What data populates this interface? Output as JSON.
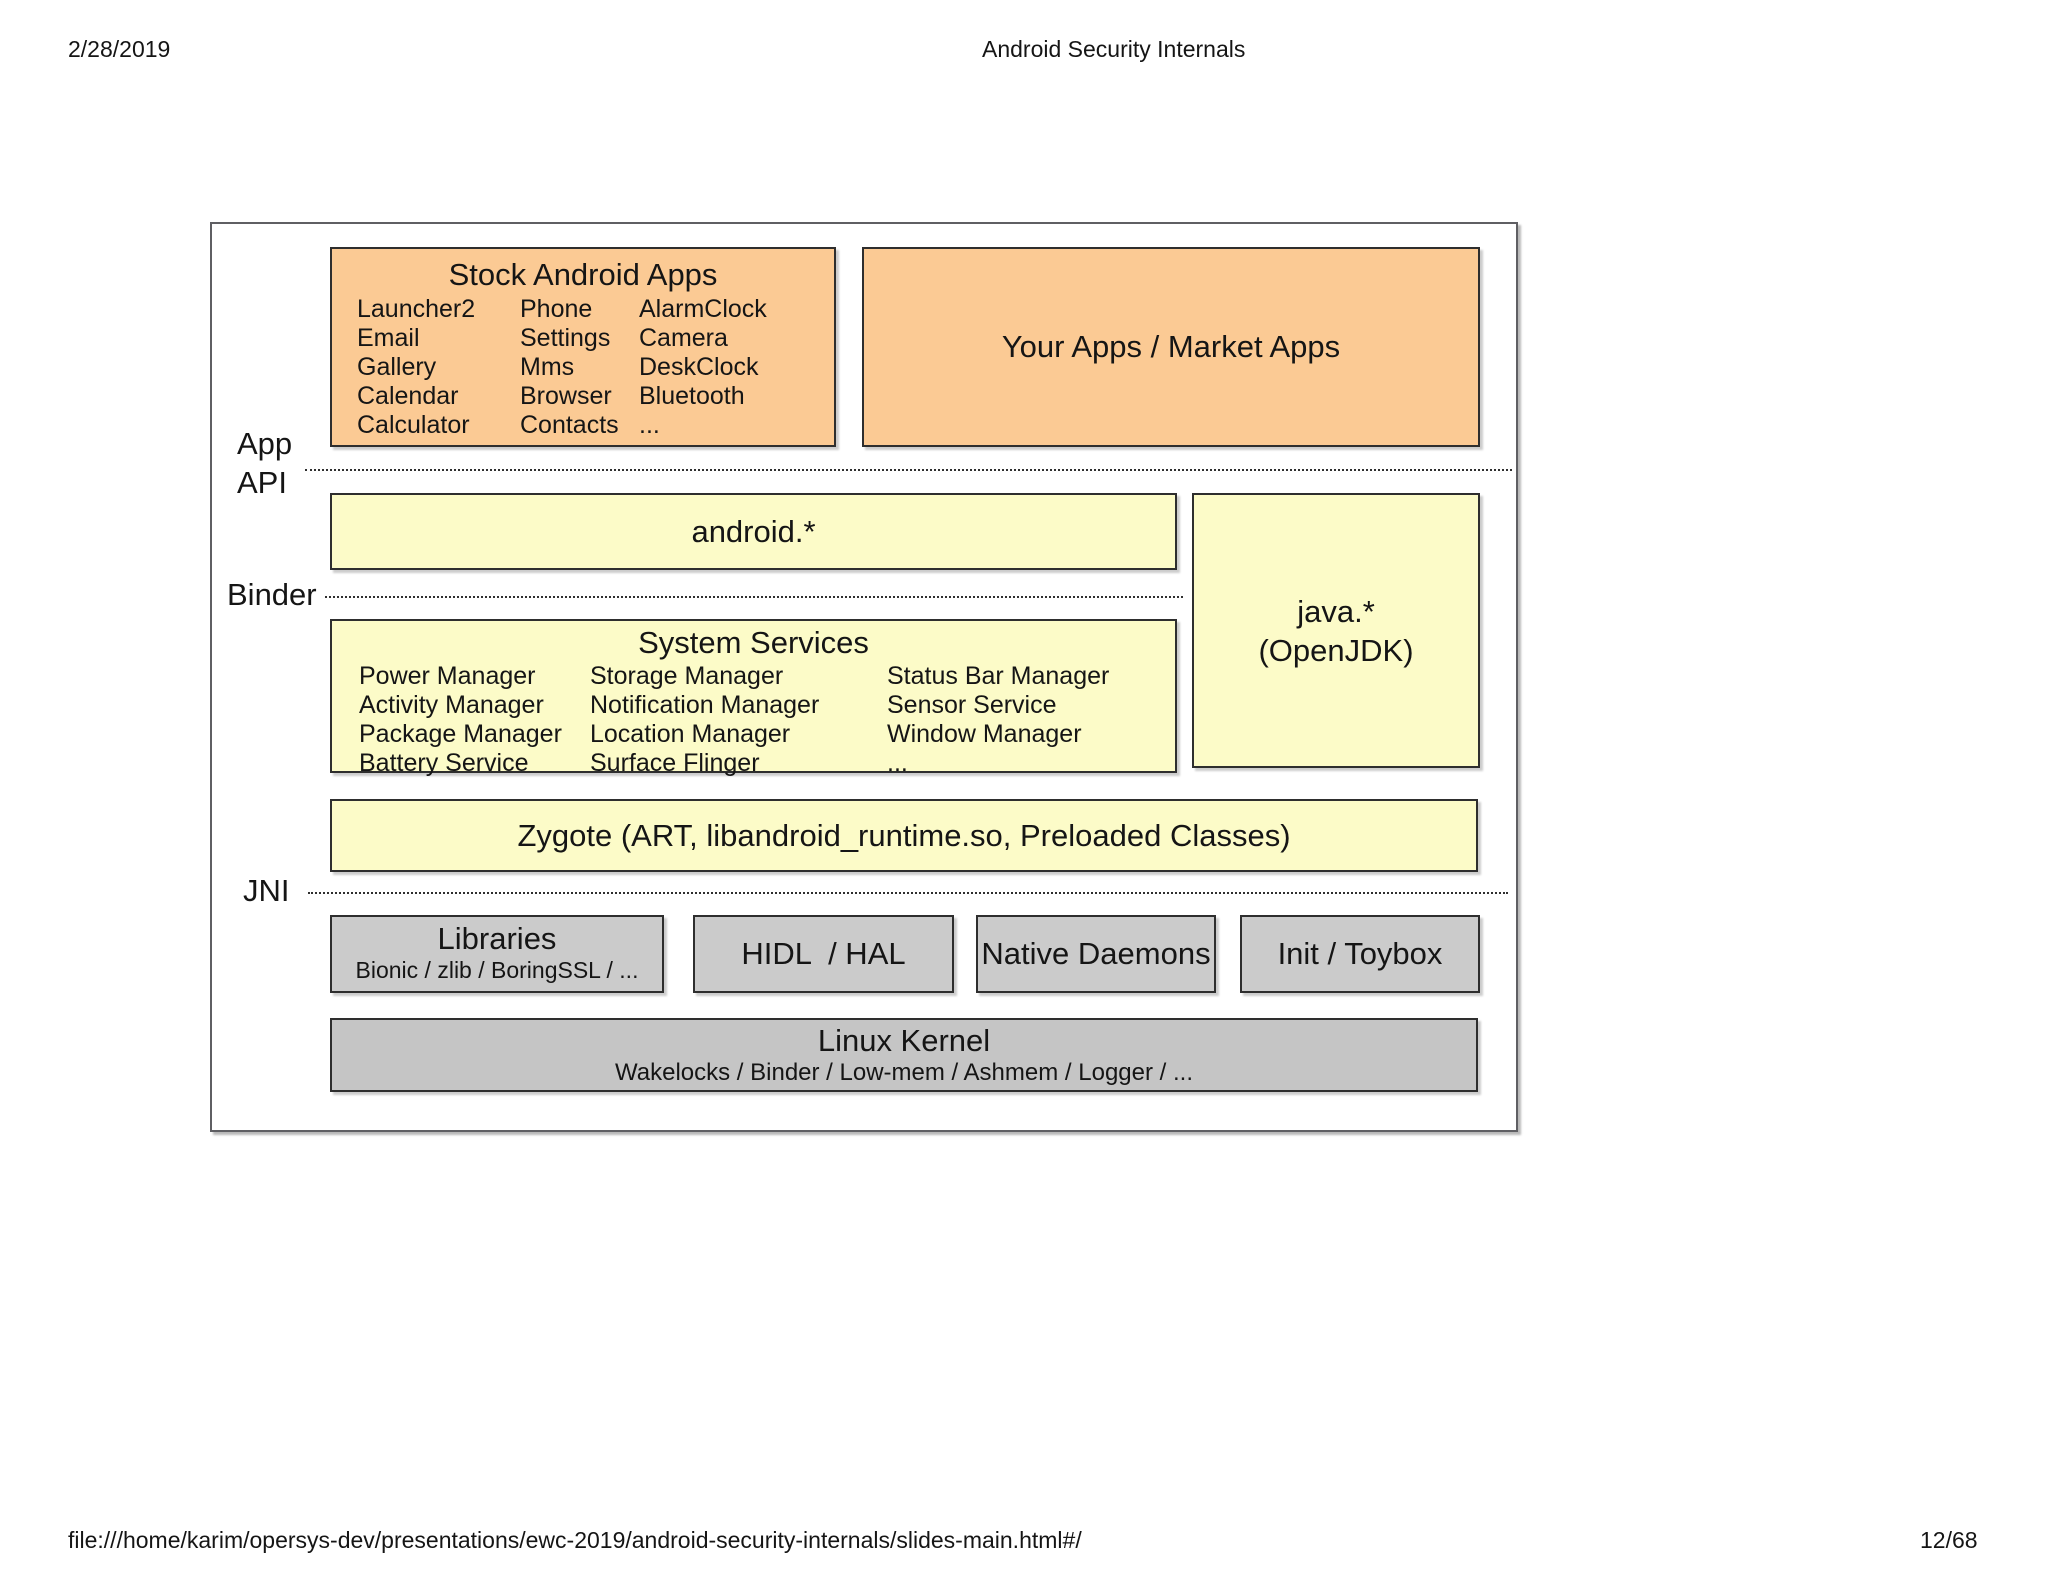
{
  "header": {
    "date": "2/28/2019",
    "title": "Android Security Internals"
  },
  "footer": {
    "path": "file:///home/karim/opersys-dev/presentations/ewc-2019/android-security-internals/slides-main.html#/",
    "page": "12/68"
  },
  "diagram": {
    "side_labels": {
      "app_api_line1": "App",
      "app_api_line2": "API",
      "binder": "Binder",
      "jni": "JNI"
    },
    "stock_apps": {
      "title": "Stock Android Apps",
      "col1": [
        "Launcher2",
        "Email",
        "Gallery",
        "Calendar",
        "Calculator"
      ],
      "col2": [
        "Phone",
        "Settings",
        "Mms",
        "Browser",
        "Contacts"
      ],
      "col3": [
        "AlarmClock",
        "Camera",
        "DeskClock",
        "Bluetooth",
        "..."
      ]
    },
    "your_apps": {
      "label": "Your Apps / Market Apps"
    },
    "android_api": {
      "label": "android.*"
    },
    "java_api": {
      "line1": "java.*",
      "line2": "(OpenJDK)"
    },
    "system_services": {
      "title": "System Services",
      "col1": [
        "Power Manager",
        "Activity Manager",
        "Package Manager",
        "Battery Service"
      ],
      "col2": [
        "Storage Manager",
        "Notification Manager",
        "Location Manager",
        "Surface Flinger"
      ],
      "col3": [
        "Status Bar Manager",
        "Sensor Service",
        "Window Manager",
        "..."
      ]
    },
    "zygote": {
      "label": "Zygote (ART, libandroid_runtime.so, Preloaded Classes)"
    },
    "libraries": {
      "title": "Libraries",
      "subtitle": "Bionic / zlib / BoringSSL / ..."
    },
    "hidl_hal": {
      "label": "HIDL  / HAL"
    },
    "native_daemons": {
      "label": "Native Daemons"
    },
    "init_toybox": {
      "label": "Init / Toybox"
    },
    "linux_kernel": {
      "title": "Linux Kernel",
      "subtitle": "Wakelocks / Binder / Low-mem / Ashmem / Logger / ..."
    },
    "colors": {
      "apps_orange": "#FBCA94",
      "framework_yellow": "#FCFBC8",
      "native_gray": "#CBCBCB",
      "kernel_gray": "#C5C5C5"
    }
  }
}
